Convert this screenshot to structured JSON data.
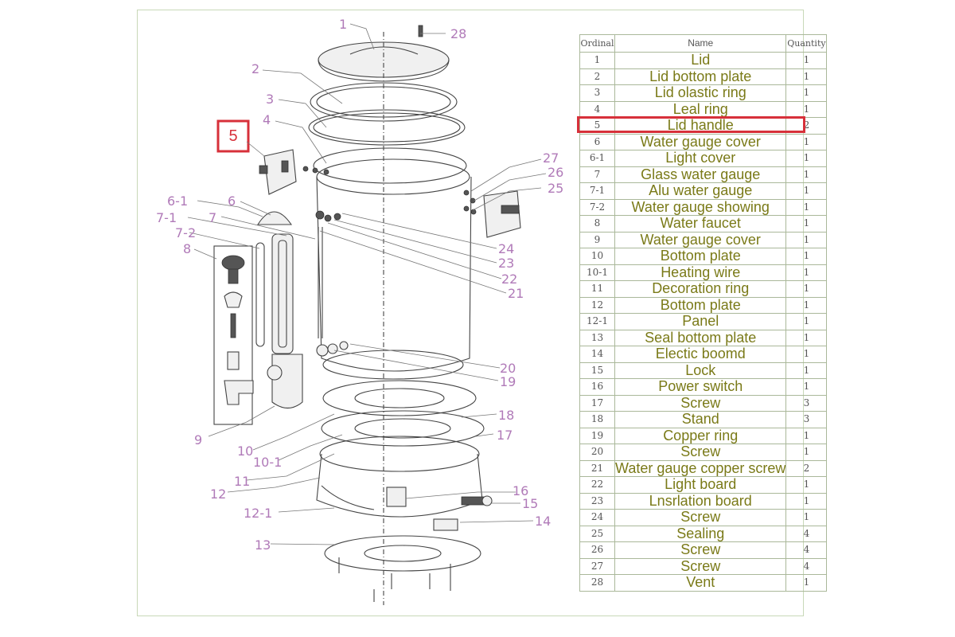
{
  "highlight_part": "5",
  "table": {
    "headers": {
      "ordinal": "Ordinal",
      "name": "Name",
      "quantity": "Quantity"
    },
    "rows": [
      {
        "ordinal": "1",
        "name": "Lid",
        "quantity": "1"
      },
      {
        "ordinal": "2",
        "name": "Lid bottom plate",
        "quantity": "1"
      },
      {
        "ordinal": "3",
        "name": "Lid olastic ring",
        "quantity": "1"
      },
      {
        "ordinal": "4",
        "name": "Leal ring",
        "quantity": "1"
      },
      {
        "ordinal": "5",
        "name": "Lid handle",
        "quantity": "2"
      },
      {
        "ordinal": "6",
        "name": "Water gauge cover",
        "quantity": "1"
      },
      {
        "ordinal": "6-1",
        "name": "Light cover",
        "quantity": "1"
      },
      {
        "ordinal": "7",
        "name": "Glass water gauge",
        "quantity": "1"
      },
      {
        "ordinal": "7-1",
        "name": "Alu water gauge",
        "quantity": "1"
      },
      {
        "ordinal": "7-2",
        "name": "Water gauge showing",
        "quantity": "1"
      },
      {
        "ordinal": "8",
        "name": "Water faucet",
        "quantity": "1"
      },
      {
        "ordinal": "9",
        "name": "Water gauge cover",
        "quantity": "1"
      },
      {
        "ordinal": "10",
        "name": "Bottom plate",
        "quantity": "1"
      },
      {
        "ordinal": "10-1",
        "name": "Heating wire",
        "quantity": "1"
      },
      {
        "ordinal": "11",
        "name": "Decoration ring",
        "quantity": "1"
      },
      {
        "ordinal": "12",
        "name": "Bottom plate",
        "quantity": "1"
      },
      {
        "ordinal": "12-1",
        "name": "Panel",
        "quantity": "1"
      },
      {
        "ordinal": "13",
        "name": "Seal bottom plate",
        "quantity": "1"
      },
      {
        "ordinal": "14",
        "name": "Electic boomd",
        "quantity": "1"
      },
      {
        "ordinal": "15",
        "name": "Lock",
        "quantity": "1"
      },
      {
        "ordinal": "16",
        "name": "Power switch",
        "quantity": "1"
      },
      {
        "ordinal": "17",
        "name": "Screw",
        "quantity": "3"
      },
      {
        "ordinal": "18",
        "name": "Stand",
        "quantity": "3"
      },
      {
        "ordinal": "19",
        "name": "Copper ring",
        "quantity": "1"
      },
      {
        "ordinal": "20",
        "name": "Screw",
        "quantity": "1"
      },
      {
        "ordinal": "21",
        "name": "Water gauge copper screw",
        "quantity": "2"
      },
      {
        "ordinal": "22",
        "name": "Light board",
        "quantity": "1"
      },
      {
        "ordinal": "23",
        "name": "Lnsrlation board",
        "quantity": "1"
      },
      {
        "ordinal": "24",
        "name": "Screw",
        "quantity": "1"
      },
      {
        "ordinal": "25",
        "name": "Sealing",
        "quantity": "4"
      },
      {
        "ordinal": "26",
        "name": "Screw",
        "quantity": "4"
      },
      {
        "ordinal": "27",
        "name": "Screw",
        "quantity": "4"
      },
      {
        "ordinal": "28",
        "name": "Vent",
        "quantity": "1"
      }
    ]
  },
  "callouts": {
    "c1": "1",
    "c2": "2",
    "c3": "3",
    "c4": "4",
    "c6": "6",
    "c6_1": "6-1",
    "c7": "7",
    "c7_1": "7-1",
    "c7_2": "7-2",
    "c8": "8",
    "c9": "9",
    "c10": "10",
    "c10_1": "10-1",
    "c11": "11",
    "c12": "12",
    "c12_1": "12-1",
    "c13": "13",
    "c14": "14",
    "c15": "15",
    "c16": "16",
    "c17": "17",
    "c18": "18",
    "c19": "19",
    "c20": "20",
    "c21": "21",
    "c22": "22",
    "c23": "23",
    "c24": "24",
    "c25": "25",
    "c26": "26",
    "c27": "27",
    "c28": "28"
  },
  "colors": {
    "highlight": "#d7303a",
    "table_text": "#7a7a18",
    "callout_text": "#b07ab8",
    "frame": "#c8d8b8"
  }
}
